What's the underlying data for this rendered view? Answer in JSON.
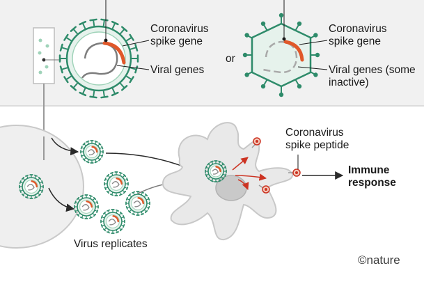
{
  "labels": {
    "spike_gene_left": "Coronavirus spike gene",
    "viral_genes_left": "Viral genes",
    "or": "or",
    "spike_gene_right": "Coronavirus spike gene",
    "viral_genes_right": "Viral genes (some inactive)",
    "spike_peptide": "Coronavirus spike peptide",
    "immune_response": "Immune response",
    "virus_replicates": "Virus replicates"
  },
  "credit": "©nature",
  "colors": {
    "panel_background": "#f1f1f1",
    "virus_green": "#2e8b6a",
    "virus_fill": "#e6f2ec",
    "spike_gene": "#e0582a",
    "arrow_dark": "#2b2b2b",
    "arrow_red": "#cc3322",
    "cell": "#e9e9e9",
    "cell_stroke": "#c8c8c8"
  }
}
